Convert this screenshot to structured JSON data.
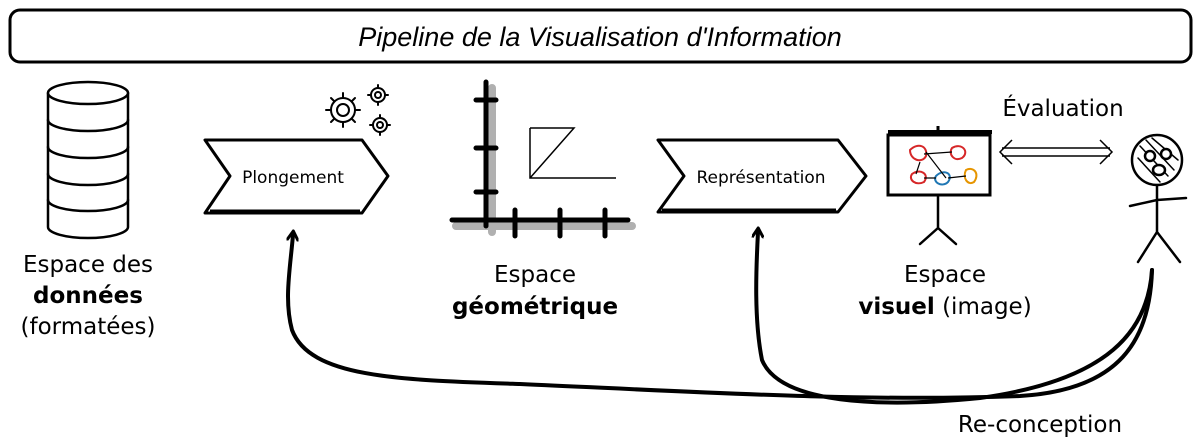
{
  "title": "Pipeline de la Visualisation d'Information",
  "stages": {
    "data_space": {
      "line1": "Espace des",
      "line2_bold": "données",
      "line3": "(formatées)"
    },
    "geometric_space": {
      "line1": "Espace",
      "line2_bold": "géométrique"
    },
    "visual_space": {
      "line1": "Espace",
      "line2_bold": "visuel",
      "line2_rest": " (image)"
    }
  },
  "steps": {
    "embedding": "Plongement",
    "representation": "Représentation"
  },
  "evaluation_label": "Évaluation",
  "redesign_label": "Re-conception",
  "icons": [
    "database-icon",
    "gears-icon",
    "axes-chart-icon",
    "presentation-board-icon",
    "stick-figure-icon"
  ],
  "colors": {
    "ink": "#000000",
    "board_red": "#d62728",
    "board_blue": "#1f77b4",
    "board_orange": "#e69500",
    "axis_shadow": "#b0b0b0"
  }
}
